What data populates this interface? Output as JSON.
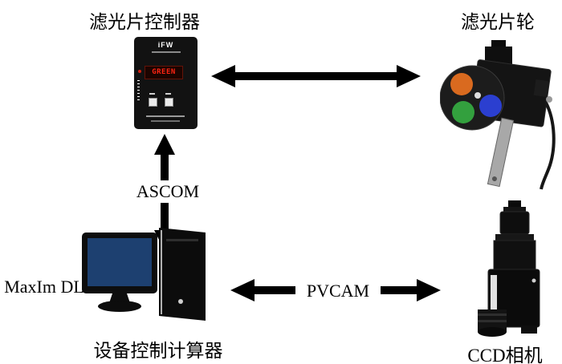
{
  "labels": {
    "filter_controller": "滤光片控制器",
    "filter_wheel": "滤光片轮",
    "computer": "设备控制计算器",
    "ccd_camera": "CCD相机",
    "software": "MaxIm DL"
  },
  "connections": {
    "controller_computer": "ASCOM",
    "computer_camera": "PVCAM"
  },
  "filter_controller_device": {
    "brand": "iFW",
    "display_text": "GREEN"
  },
  "colors": {
    "arrow": "#000000",
    "display_text": "#ff2412",
    "screen_blue": "#1d4070",
    "filter_orange": "#d96a1f",
    "filter_green": "#33a03e",
    "filter_blue": "#2b3fd0"
  }
}
